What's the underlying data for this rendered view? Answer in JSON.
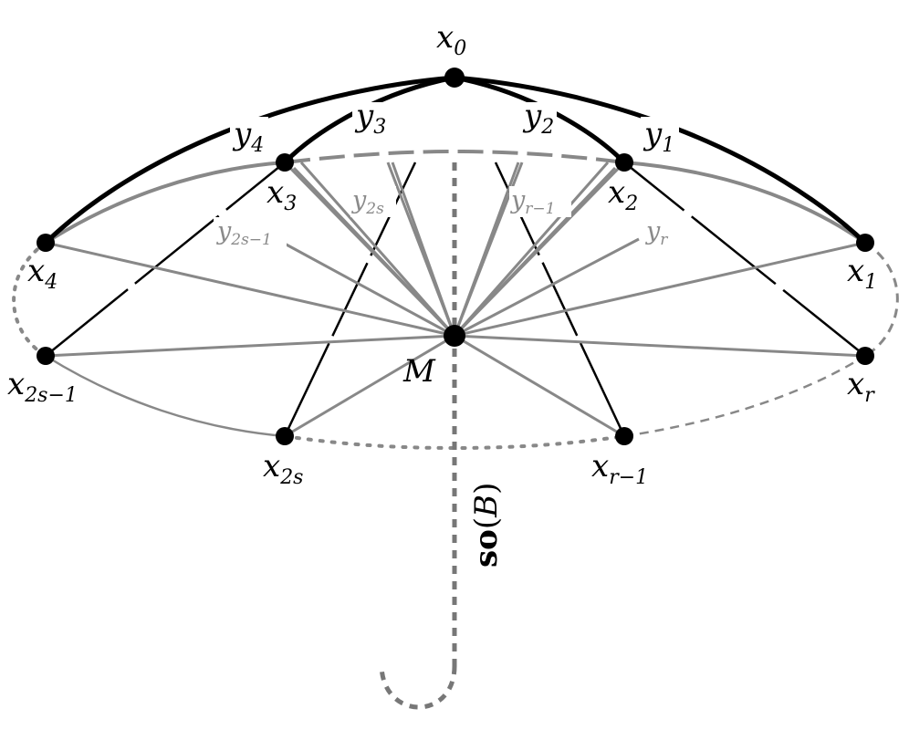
{
  "diagram": {
    "colors": {
      "black": "#000000",
      "gray": "#888888",
      "dark_gray": "#777777"
    },
    "vertices": {
      "x0": {
        "base": "x",
        "sub": "0"
      },
      "x1": {
        "base": "x",
        "sub": "1"
      },
      "x2": {
        "base": "x",
        "sub": "2"
      },
      "x3": {
        "base": "x",
        "sub": "3"
      },
      "x4": {
        "base": "x",
        "sub": "4"
      },
      "x2s1": {
        "base": "x",
        "sub": "2s−1"
      },
      "x2s": {
        "base": "x",
        "sub": "2s"
      },
      "xr1": {
        "base": "x",
        "sub": "r−1"
      },
      "xr": {
        "base": "x",
        "sub": "r"
      },
      "M": {
        "base": "M",
        "sub": ""
      }
    },
    "edge_labels": {
      "y1": {
        "base": "y",
        "sub": "1"
      },
      "y2": {
        "base": "y",
        "sub": "2"
      },
      "y3": {
        "base": "y",
        "sub": "3"
      },
      "y4": {
        "base": "y",
        "sub": "4"
      },
      "y2s": {
        "base": "y",
        "sub": "2s"
      },
      "y2s1": {
        "base": "y",
        "sub": "2s−1"
      },
      "yr1": {
        "base": "y",
        "sub": "r−1"
      },
      "yr": {
        "base": "y",
        "sub": "r"
      }
    },
    "handle_label": {
      "frak": "so",
      "paren_open": "(",
      "arg": "B",
      "paren_close": ")"
    }
  }
}
